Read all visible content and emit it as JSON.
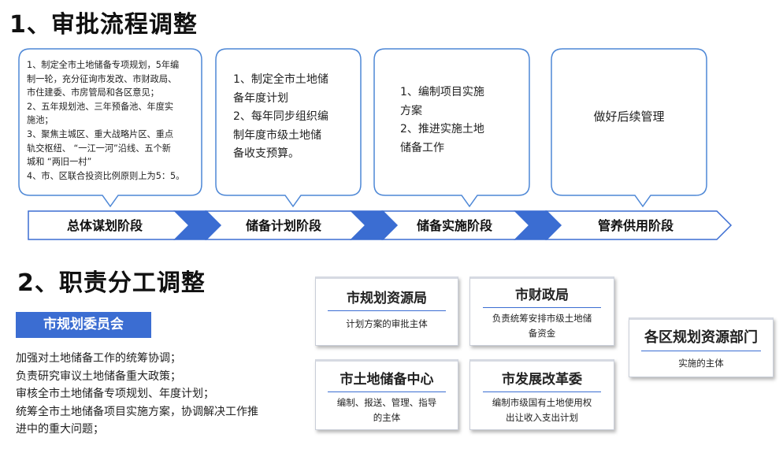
{
  "section1_title": "1、审批流程调整",
  "section2_title": "2、职责分工调整",
  "bubbles": [
    {
      "lines": [
        "1、制定全市土地储备专项规划，5年编",
        "制一轮，充分征询市发改、市财政局、",
        "市住建委、市房管局和各区意见；",
        "2、五年规划池、三年预备池、年度实",
        "施池；",
        "3、聚焦主城区、重大战略片区、重点",
        "轨交枢纽、 “一江一河”沿线、五个新",
        "城和 “两旧一村”",
        "4、市、区联合投资比例原则上为5：5。"
      ]
    },
    {
      "lines": [
        "1、制定全市土地储",
        "备年度计划",
        "2、每年同步组织编",
        "制年度市级土地储",
        "备收支预算。"
      ]
    },
    {
      "lines": [
        "1、编制项目实施",
        "方案",
        "2、推进实施土地",
        "储备工作"
      ]
    },
    {
      "lines": [
        "做好后续管理"
      ]
    }
  ],
  "stages": [
    "总体谋划阶段",
    "储备计划阶段",
    "储备实施阶段",
    "管养供用阶段"
  ],
  "committee": {
    "name": "市规划委员会",
    "duties": [
      "加强对土地储备工作的统筹协调；",
      "负责研究审议土地储备重大政策；",
      "审核全市土地储备专项规划、年度计划；",
      "统筹全市土地储备项目实施方案，协调解决工作推",
      "进中的重大问题；"
    ]
  },
  "departments": [
    {
      "name": "市规划资源局",
      "lines": [
        "计划方案的审批主体"
      ]
    },
    {
      "name": "市财政局",
      "lines": [
        "负责统筹安排市级土地储",
        "备资金"
      ]
    },
    {
      "name": "各区规划资源部门",
      "lines": [
        "实施的主体"
      ]
    },
    {
      "name": "市土地储备中心",
      "lines": [
        "编制、报送、管理、指导",
        "的主体"
      ]
    },
    {
      "name": "市发展改革委",
      "lines": [
        "编制市级国有土地使用权",
        "出让收入支出计划"
      ]
    }
  ],
  "colors": {
    "accent": "#3b6dd2",
    "bubble_border": "#4d87d6",
    "arrow_fill": "#3b6dd2"
  }
}
